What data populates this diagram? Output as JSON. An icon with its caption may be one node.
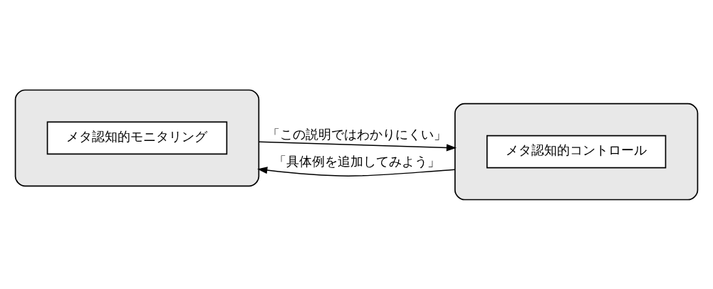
{
  "diagram": {
    "nodes": [
      {
        "text": [],
        "shape": "ellipse"
      },
      {
        "text": [
          "メタ認知的モニタリング"
        ],
        "in": 0
      },
      {
        "text": [],
        "shape": "ellipse"
      },
      {
        "text": [
          "メタ認知的コントロール"
        ],
        "in": 2
      }
    ],
    "edges": [
      {
        "from": 0,
        "to": 2,
        "arrow": "to",
        "label": "「この説明ではわかりにくい」"
      },
      {
        "from": 2,
        "to": 0,
        "arrow": "to",
        "label": "「具体例を追加してみよう」"
      }
    ]
  }
}
